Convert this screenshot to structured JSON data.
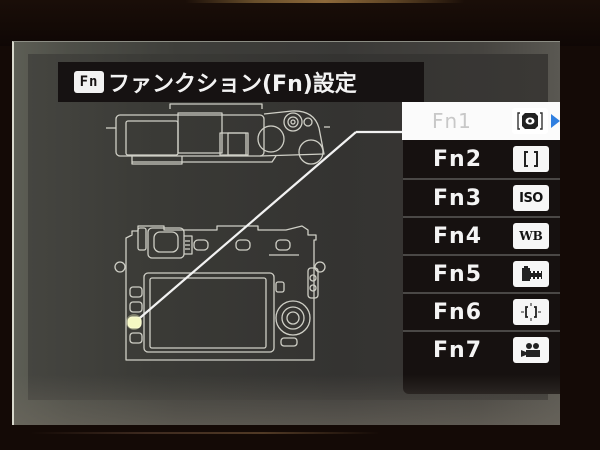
{
  "screen": {
    "title_badge": "Fn",
    "title": "ファンクション(Fn)設定"
  },
  "menu": {
    "items": [
      {
        "label": "Fn1",
        "icon": "face-detection-icon",
        "selected": true
      },
      {
        "label": "Fn2",
        "icon": "af-frame-icon",
        "selected": false
      },
      {
        "label": "Fn3",
        "icon": "iso-icon",
        "icon_text": "ISO",
        "selected": false
      },
      {
        "label": "Fn4",
        "icon": "white-balance-icon",
        "icon_text": "WB",
        "selected": false
      },
      {
        "label": "Fn5",
        "icon": "film-simulation-icon",
        "selected": false
      },
      {
        "label": "Fn6",
        "icon": "af-mode-icon",
        "selected": false
      },
      {
        "label": "Fn7",
        "icon": "movie-icon",
        "selected": false
      }
    ]
  },
  "colors": {
    "accent_arrow": "#2f7fe0",
    "selected_bg": "#fbfbfb",
    "menu_bg": "#161110",
    "highlight_button": "#f4f8c0"
  }
}
